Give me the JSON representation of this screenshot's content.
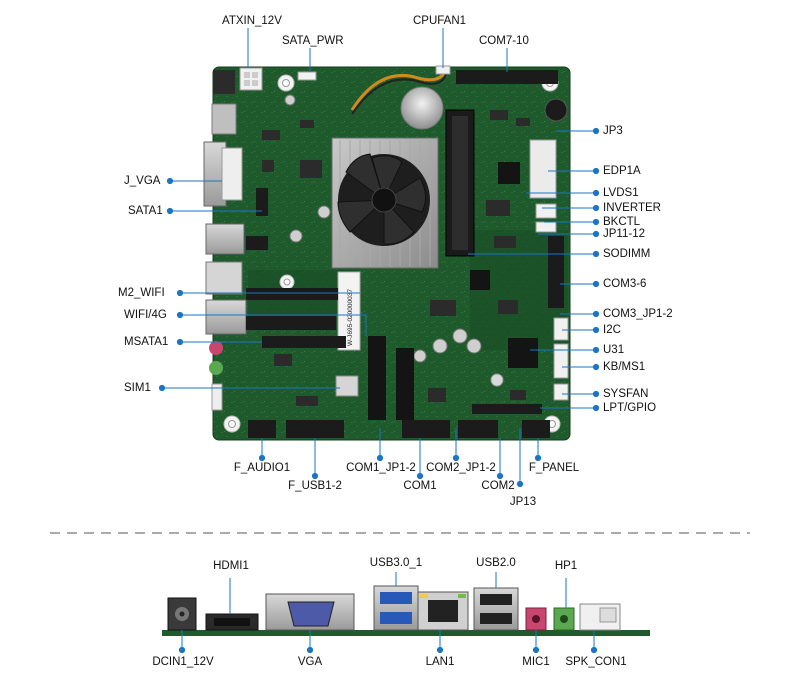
{
  "diagram": {
    "top_labels": {
      "atxin": "ATXIN_12V",
      "sata_pwr": "SATA_PWR",
      "cpufan": "CPUFAN1",
      "com7_10": "COM7-10"
    },
    "left_labels": {
      "j_vga": "J_VGA",
      "sata1": "SATA1",
      "m2_wifi": "M2_WIFI",
      "wifi_4g": "WIFI/4G",
      "msata1": "MSATA1",
      "sim1": "SIM1"
    },
    "right_labels": {
      "jp3": "JP3",
      "edp1a": "EDP1A",
      "lvds1": "LVDS1",
      "inverter": "INVERTER",
      "bkctl": "BKCTL",
      "jp11_12": "JP11-12",
      "sodimm": "SODIMM",
      "com3_6": "COM3-6",
      "com3_jp1_2": "COM3_JP1-2",
      "i2c": "I2C",
      "u31": "U31",
      "kb_ms1": "KB/MS1",
      "sysfan": "SYSFAN",
      "lpt_gpio": "LPT/GPIO"
    },
    "bottom_labels": {
      "f_audio1": "F_AUDIO1",
      "f_usb1_2": "F_USB1-2",
      "com1_jp1_2": "COM1_JP1-2",
      "com1": "COM1",
      "com2_jp1_2": "COM2_JP1-2",
      "com2": "COM2",
      "f_panel": "F_PANEL",
      "jp13": "JP13"
    },
    "io_top_labels": {
      "hdmi1": "HDMI1",
      "usb30": "USB3.0_1",
      "usb20": "USB2.0",
      "hp1": "HP1"
    },
    "io_bottom_labels": {
      "dcin": "DCIN1_12V",
      "vga": "VGA",
      "lan1": "LAN1",
      "mic1": "MIC1",
      "spk_con1": "SPK_CON1"
    },
    "board_sticker": "W-J695-020000037",
    "colors": {
      "pcb": "#1f5a2c",
      "pcb_dark": "#17461f",
      "leader": "#1b74c4",
      "text": "#111111"
    }
  }
}
